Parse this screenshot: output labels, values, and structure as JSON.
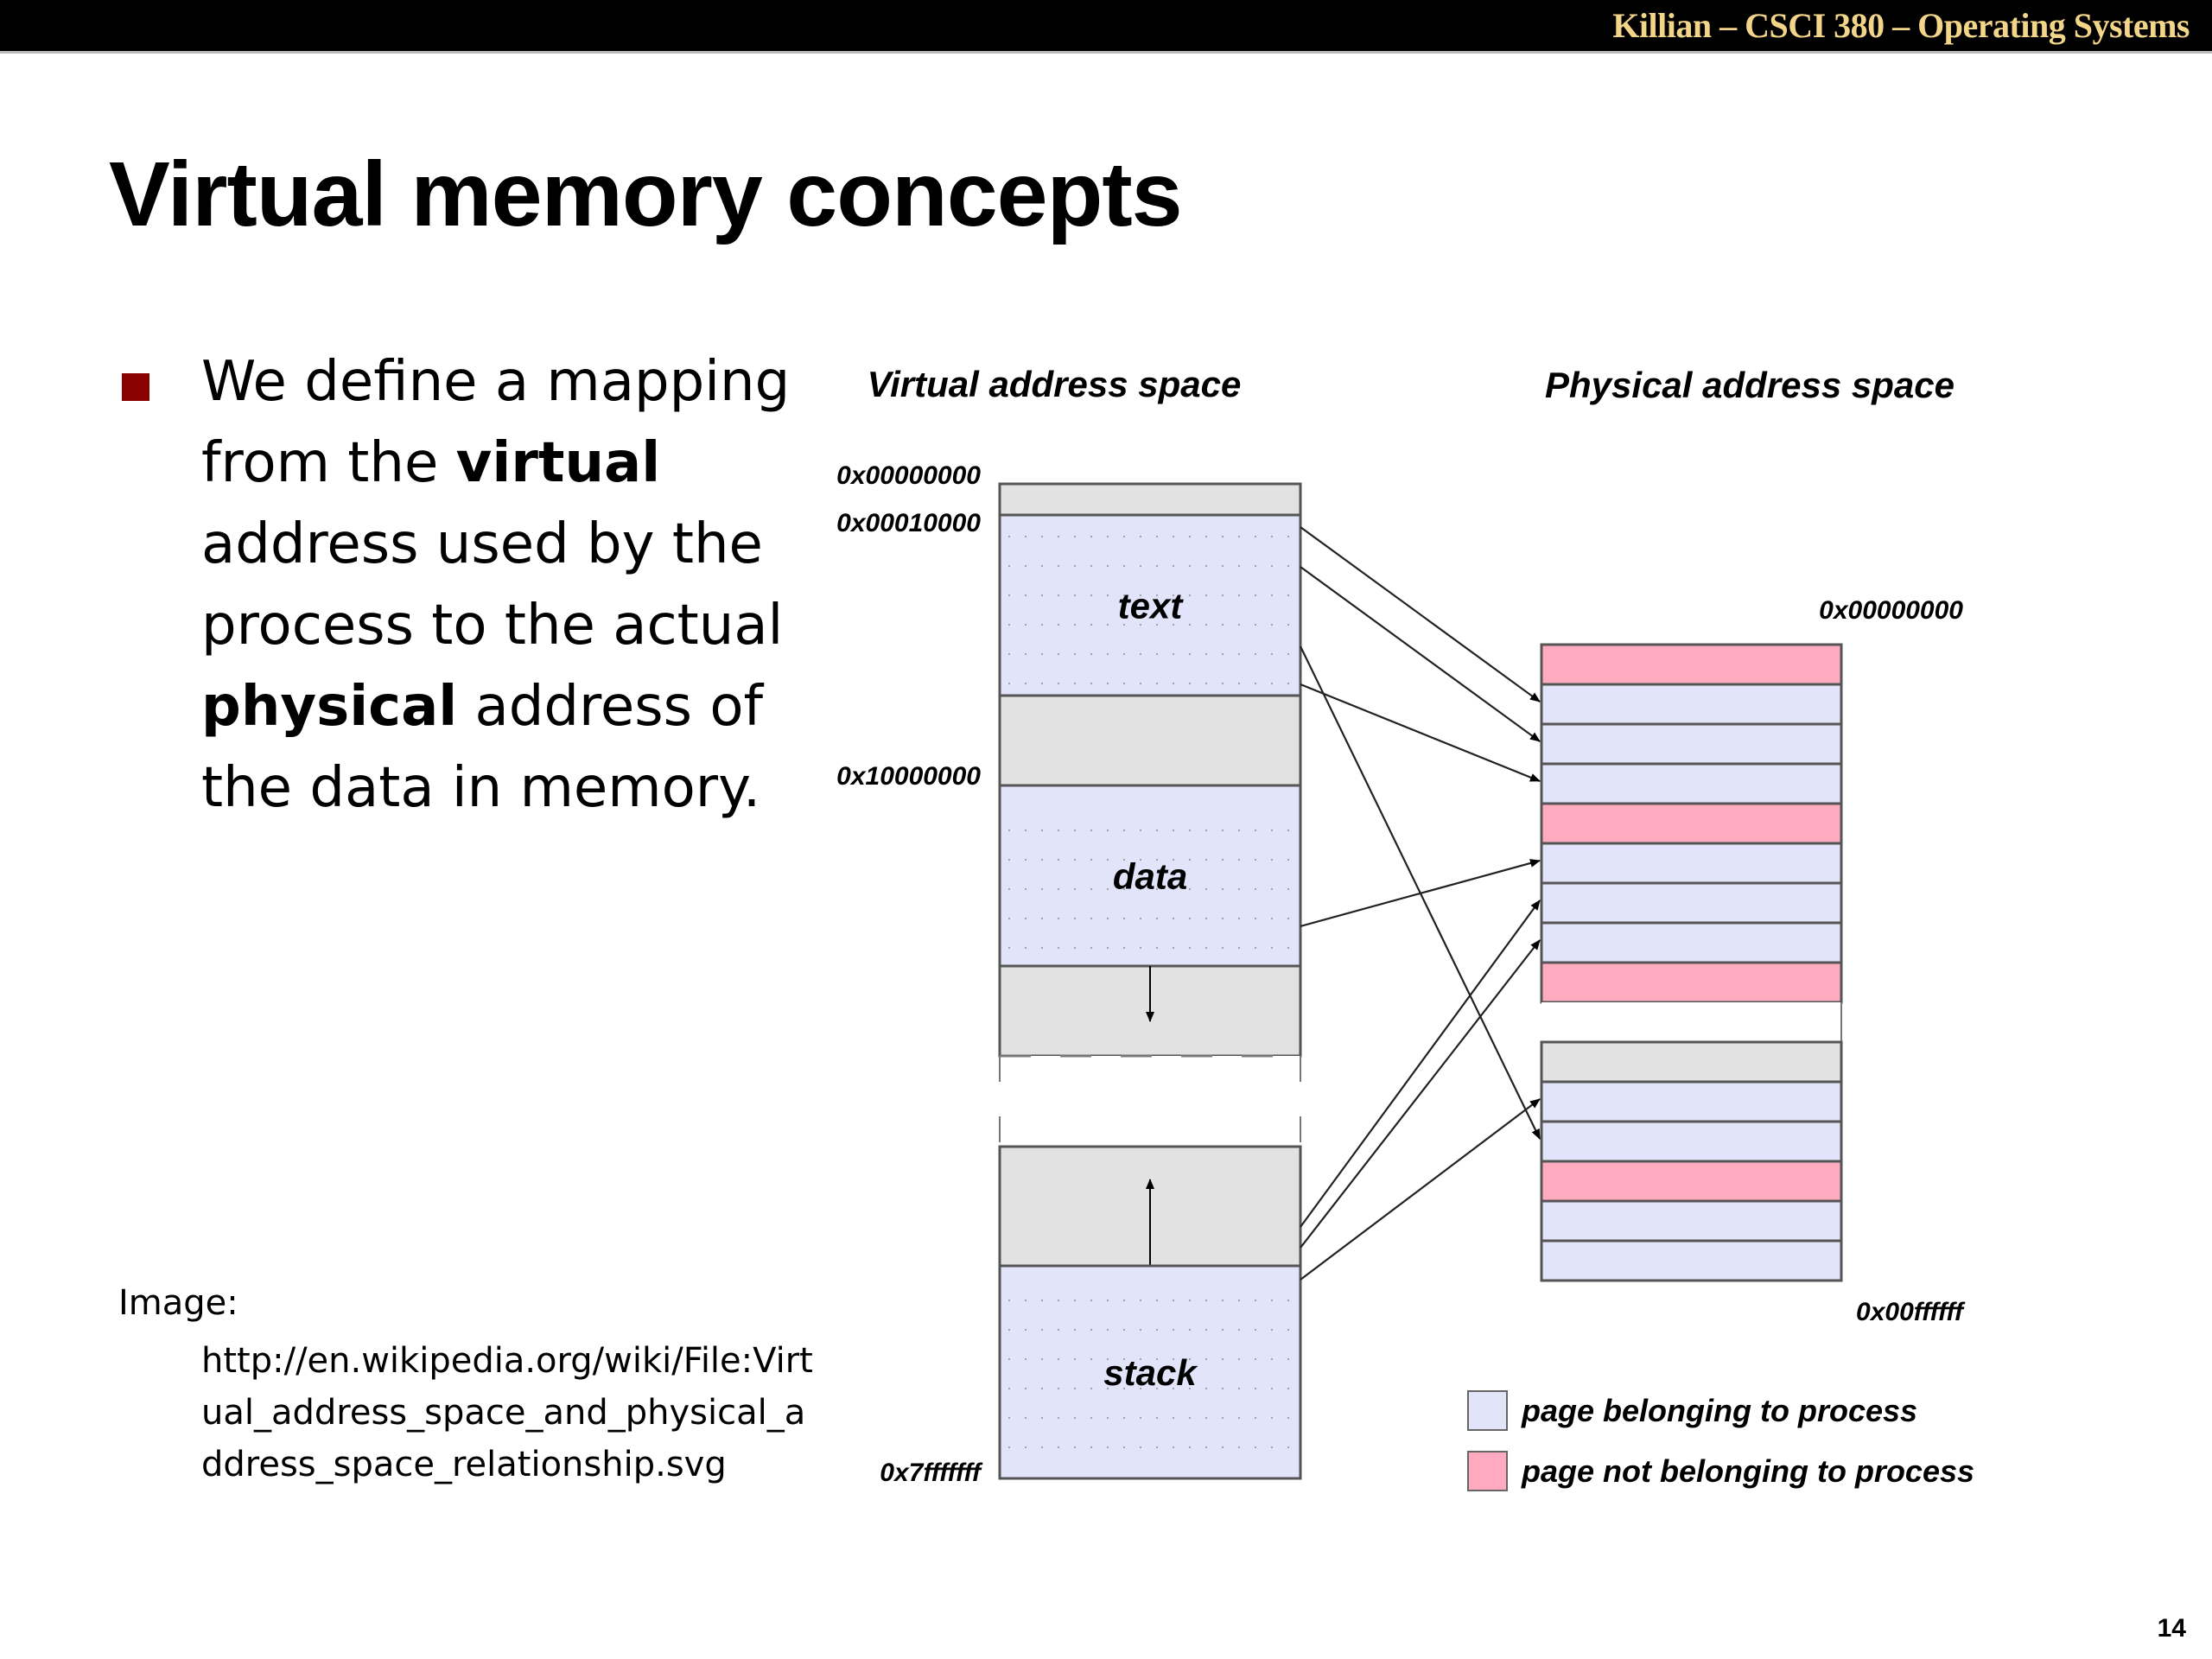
{
  "header": {
    "course": "Killian – CSCI 380 – Operating Systems"
  },
  "slide": {
    "title": "Virtual memory concepts",
    "page_number": "14",
    "bullet": {
      "parts": [
        {
          "text": "We define a mapping from the ",
          "bold": false
        },
        {
          "text": "virtual",
          "bold": true
        },
        {
          "text": " address used by the process to the actual ",
          "bold": false
        },
        {
          "text": "physical",
          "bold": true
        },
        {
          "text": " address of the data in memory.",
          "bold": false
        }
      ]
    },
    "credit": {
      "label": "Image:",
      "url": "http://en.wikipedia.org/wiki/File:Virtual_address_space_and_physical_address_space_relationship.svg"
    }
  },
  "diagram": {
    "colors": {
      "owned": "#e2e4fa",
      "not_owned": "#ffaabe",
      "unused": "#e2e2e2",
      "border": "#555555"
    },
    "virtual": {
      "title": "Virtual address space",
      "address_labels": [
        "0x00000000",
        "0x00010000",
        "0x10000000",
        "0x7fffffff"
      ],
      "segments": [
        {
          "kind": "unused",
          "label": ""
        },
        {
          "kind": "owned",
          "label": "text"
        },
        {
          "kind": "unused",
          "label": ""
        },
        {
          "kind": "owned",
          "label": "data"
        },
        {
          "kind": "unused",
          "label": "",
          "arrow": "down"
        },
        {
          "kind": "gap",
          "label": ""
        },
        {
          "kind": "unused",
          "label": "",
          "arrow": "up"
        },
        {
          "kind": "owned",
          "label": "stack"
        }
      ]
    },
    "physical": {
      "title": "Physical address space",
      "address_start": "0x00000000",
      "address_end": "0x00ffffff",
      "pages": [
        "not_owned",
        "owned",
        "owned",
        "owned",
        "not_owned",
        "owned",
        "owned",
        "owned",
        "not_owned",
        "gap",
        "unused",
        "owned",
        "owned",
        "not_owned",
        "owned",
        "owned"
      ]
    },
    "mappings": [
      {
        "from_segment": "text",
        "to_page": 1
      },
      {
        "from_segment": "text",
        "to_page": 2
      },
      {
        "from_segment": "text",
        "to_page": 12
      },
      {
        "from_segment": "text",
        "to_page": 3
      },
      {
        "from_segment": "data",
        "to_page": 5
      },
      {
        "from_segment": "stack",
        "to_page": 6
      },
      {
        "from_segment": "stack",
        "to_page": 7
      },
      {
        "from_segment": "stack",
        "to_page": 11
      }
    ],
    "legend": [
      {
        "kind": "owned",
        "label": "page belonging to process"
      },
      {
        "kind": "not_owned",
        "label": "page not belonging to process"
      }
    ]
  }
}
